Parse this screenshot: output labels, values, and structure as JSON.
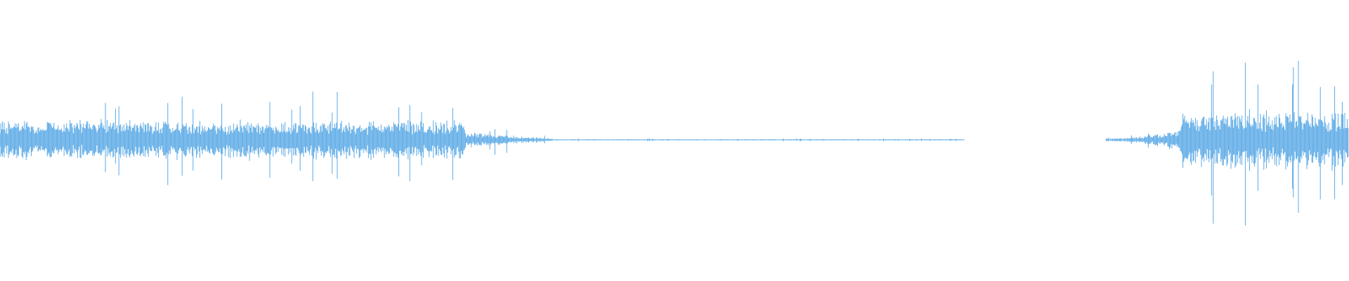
{
  "waveform": {
    "color": "#5aa9e6",
    "background": "#ffffff",
    "segments": [
      {
        "name": "dense-section-1",
        "start": 0.0,
        "end": 0.345,
        "level": 0.2,
        "peak": 0.46
      },
      {
        "name": "decay-section",
        "start": 0.345,
        "end": 0.41,
        "level": 0.08,
        "peak": 0.2
      },
      {
        "name": "quiet-tail",
        "start": 0.41,
        "end": 0.715,
        "level": 0.006,
        "peak": 0.015
      },
      {
        "name": "silence",
        "start": 0.715,
        "end": 0.82,
        "level": 0.0,
        "peak": 0.0
      },
      {
        "name": "fade-in",
        "start": 0.82,
        "end": 0.875,
        "level": 0.015,
        "peak": 0.08
      },
      {
        "name": "dense-section-2",
        "start": 0.875,
        "end": 1.0,
        "level": 0.3,
        "peak": 0.98
      }
    ]
  }
}
